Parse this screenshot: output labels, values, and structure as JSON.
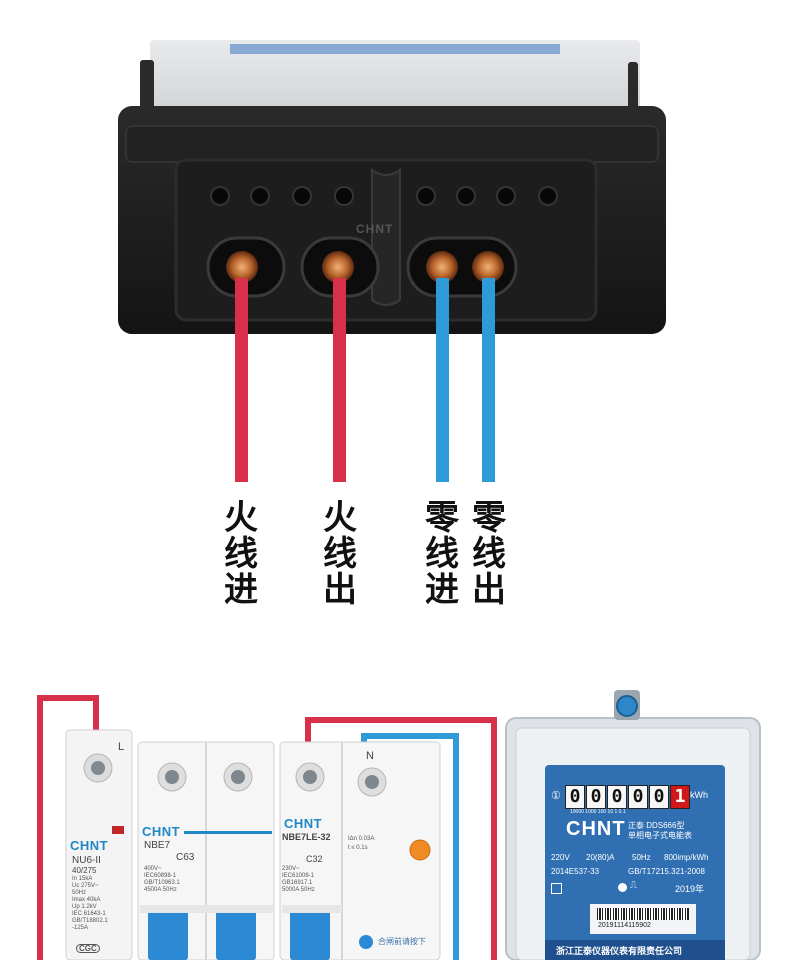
{
  "top_box": {
    "brand": "CHNT",
    "wire_labels": [
      {
        "text": "火线进",
        "color": "#d8304a"
      },
      {
        "text": "火线出",
        "color": "#d8304a"
      },
      {
        "text": "零线进",
        "color": "#2e9ad8"
      },
      {
        "text": "零线出",
        "color": "#2e9ad8"
      }
    ]
  },
  "colors": {
    "live_wire": "#d8304a",
    "neutral_wire": "#2e9ad8",
    "box_body": "#1b1b1b",
    "brand_blue": "#1e88c8"
  },
  "breakers": {
    "nu6": {
      "pole_label": "L",
      "brand": "CHNT",
      "model": "NU6-II",
      "rating": "40/275",
      "specs": [
        "In 15kA",
        "Uc 275V~",
        "50Hz",
        "Imax 40kA",
        "Up 1.2kV",
        "IEC 61643-1",
        "GB/T18802.1",
        "-125A"
      ],
      "cert": "CGC"
    },
    "nbe7": {
      "brand": "CHNT",
      "model": "NBE7",
      "rating": "C63",
      "specs": [
        "400V~",
        "IEC60898-1",
        "GB/T10963.1",
        "4500A 50Hz"
      ]
    },
    "nbe7le": {
      "pole_label": "N",
      "brand": "CHNT",
      "model": "NBE7LE-32",
      "rating": "C32",
      "specs": [
        "230V~",
        "IEC61008-1",
        "GB16917.1",
        "5000A 50Hz"
      ],
      "test_label": "IΔn 0.03A",
      "time_label": "t ≤ 0.1s",
      "note": "合闸前请按下"
    }
  },
  "meter": {
    "digits": [
      "0",
      "0",
      "0",
      "0",
      "0",
      "1"
    ],
    "unit": "kWh",
    "scale": "10000 1000 100 10 1 0.1",
    "brand": "CHNT",
    "model": "正泰 DDS666型",
    "subtitle": "单相电子式电能表",
    "voltage": "220V",
    "current": "20(80)A",
    "frequency": "50Hz",
    "constant": "800imp/kWh",
    "cert": "2014E537-33",
    "standard": "GB/T17215.321-2008",
    "year": "2019年",
    "serial": "20191114115902",
    "company": "浙江正泰仪器仪表有限责任公司"
  }
}
